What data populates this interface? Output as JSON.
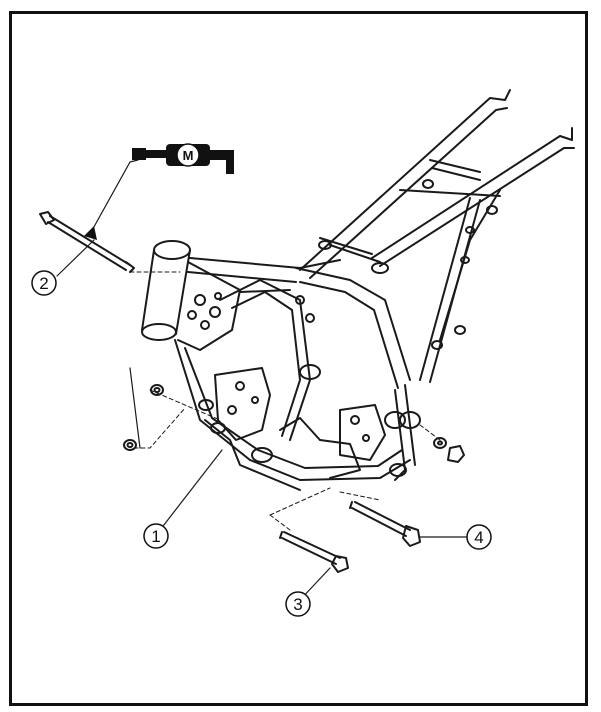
{
  "diagram": {
    "callouts": [
      {
        "id": "c1",
        "label": "1"
      },
      {
        "id": "c2",
        "label": "2"
      },
      {
        "id": "c3",
        "label": "3"
      },
      {
        "id": "c4",
        "label": "4"
      }
    ],
    "lubricant_symbol": {
      "label": "M",
      "icon": "grease-gun-icon"
    }
  }
}
